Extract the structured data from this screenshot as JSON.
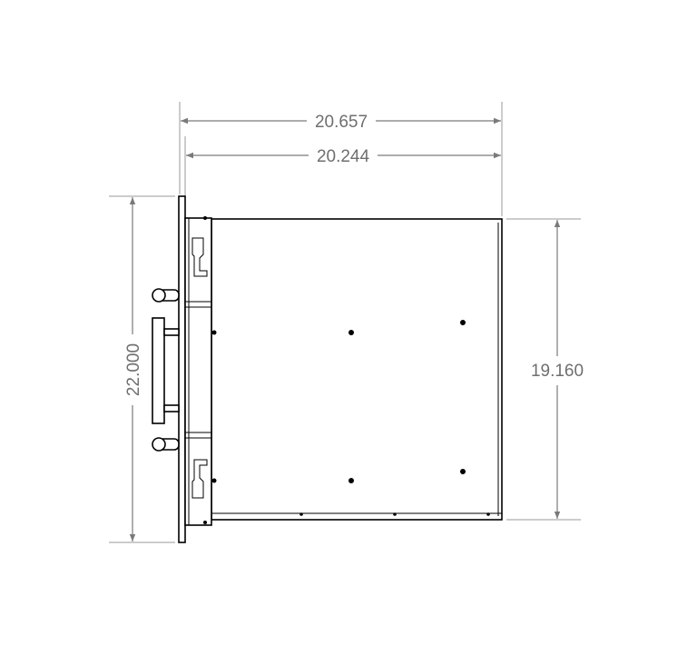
{
  "drawing": {
    "dimensions": {
      "overall_width": "20.657",
      "inner_width": "20.244",
      "panel_height": "22.000",
      "body_height": "19.160"
    },
    "line_color": "#7a7a7a",
    "text_color": "#6f6f6f",
    "part_color": "#000000"
  }
}
